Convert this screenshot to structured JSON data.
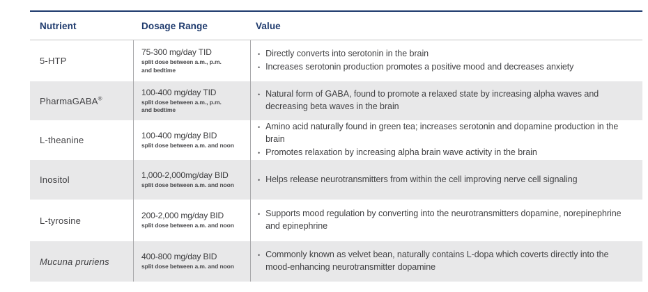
{
  "table": {
    "columns": [
      "Nutrient",
      "Dosage Range",
      "Value"
    ],
    "rows": [
      {
        "nutrient": "5-HTP",
        "dosage": "75-300 mg/day TID",
        "dosage_note": "split dose between a.m., p.m. and bedtime",
        "values": [
          "Directly converts into serotonin in the brain",
          "Increases serotonin production promotes a positive mood and decreases anxiety"
        ]
      },
      {
        "nutrient": "PharmaGABA",
        "trademark": "®",
        "dosage": "100-400 mg/day TID",
        "dosage_note": "split dose between a.m., p.m. and bedtime",
        "values": [
          "Natural form of GABA, found to promote a relaxed state by increasing alpha waves and decreasing beta waves in the brain"
        ]
      },
      {
        "nutrient": "L-theanine",
        "dosage": "100-400 mg/day BID",
        "dosage_note": "split dose between a.m. and noon",
        "values": [
          "Amino acid naturally found in green tea; increases serotonin and dopamine production in the brain",
          "Promotes relaxation by increasing alpha brain wave activity in the brain"
        ]
      },
      {
        "nutrient": "Inositol",
        "dosage": "1,000-2,000mg/day BID",
        "dosage_note": "split dose between a.m. and noon",
        "values": [
          "Helps release neurotransmitters from within the cell improving nerve cell signaling"
        ]
      },
      {
        "nutrient": "L-tyrosine",
        "dosage": "200-2,000 mg/day BID",
        "dosage_note": "split dose between a.m. and noon",
        "values": [
          "Supports mood regulation by converting into the neurotransmitters dopamine, norepinephrine and epinephrine"
        ]
      },
      {
        "nutrient": "Mucuna pruriens",
        "dosage": "400-800 mg/day BID",
        "dosage_note": "split dose between a.m. and noon",
        "values": [
          "Commonly known as velvet bean, naturally contains L-dopa which coverts directly into the mood-enhancing neurotransmitter dopamine"
        ]
      }
    ]
  },
  "colors": {
    "header_navy": "#1e3a6d",
    "row_alt_bg": "#e8e8e9",
    "divider_gray": "#a9a9ab",
    "body_text": "#414143"
  }
}
